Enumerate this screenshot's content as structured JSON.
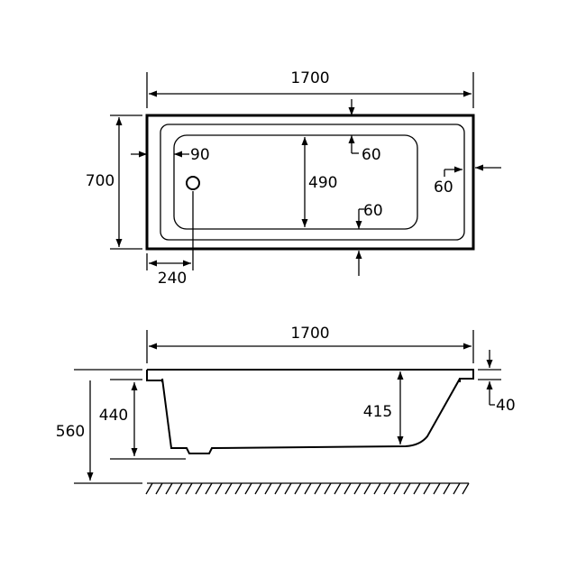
{
  "plan_view": {
    "overall_length": "1700",
    "overall_width": "700",
    "inner_width": "490",
    "rim_left": "90",
    "rim_top": "60",
    "rim_bottom": "60",
    "rim_right": "60",
    "waste_offset": "240"
  },
  "side_view": {
    "overall_length": "1700",
    "total_height": "560",
    "tub_height": "440",
    "inner_depth": "415",
    "rim_thickness": "40"
  }
}
